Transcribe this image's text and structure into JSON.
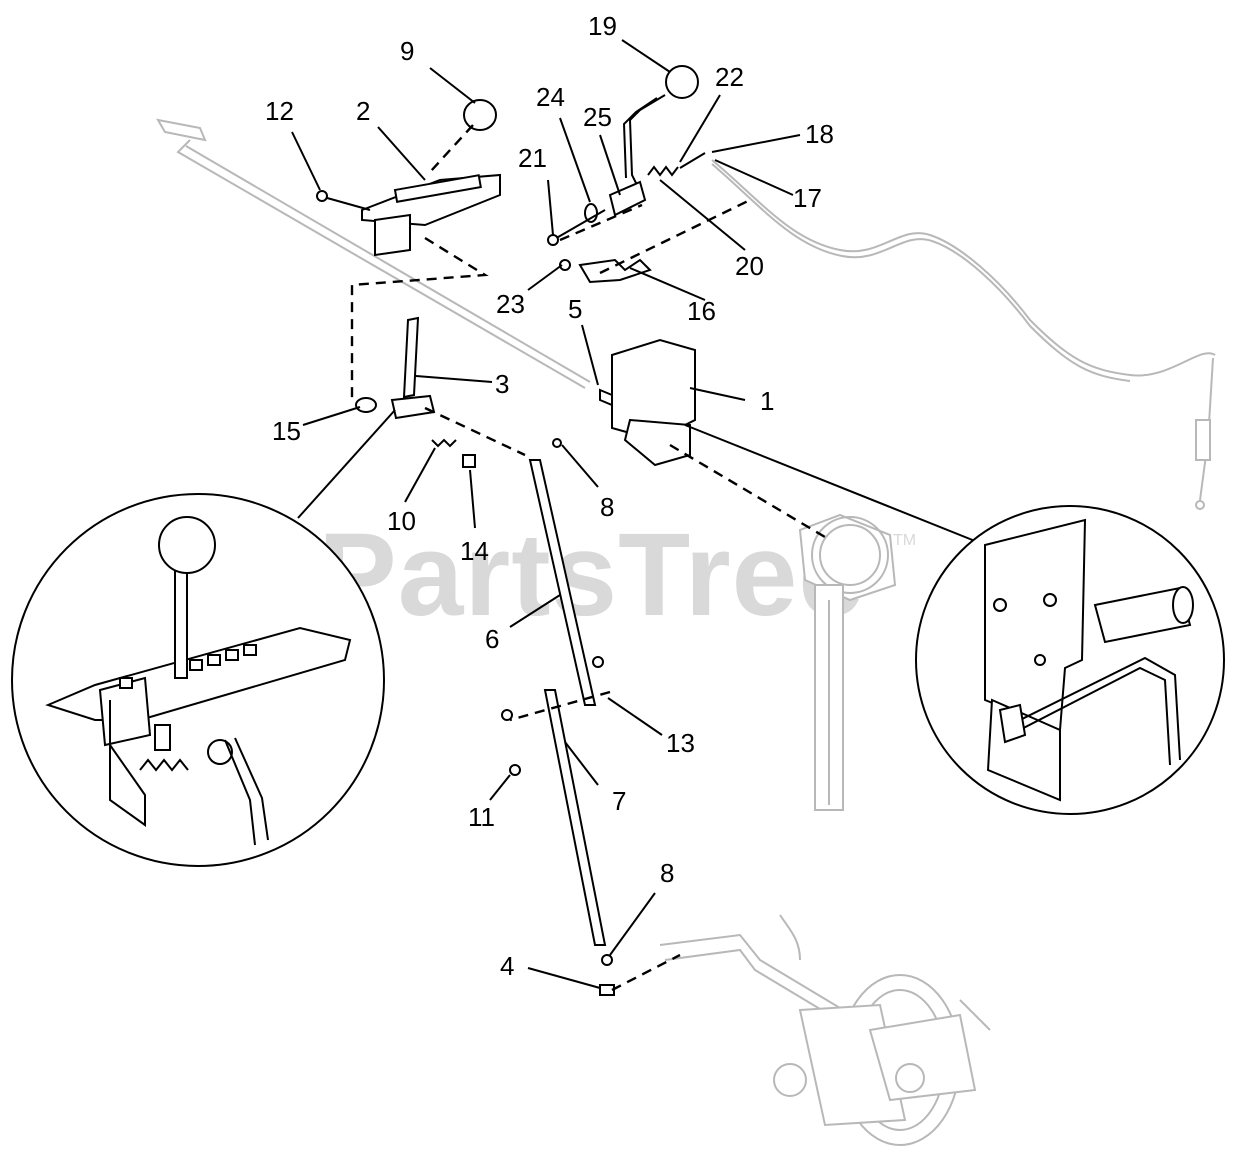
{
  "watermark": {
    "text": "PartsTree",
    "trademark": "TM"
  },
  "callouts": [
    "9",
    "19",
    "22",
    "24",
    "25",
    "12",
    "2",
    "18",
    "21",
    "17",
    "20",
    "23",
    "16",
    "5",
    "3",
    "1",
    "15",
    "10",
    "14",
    "8",
    "6",
    "13",
    "11",
    "7",
    "8",
    "4"
  ]
}
